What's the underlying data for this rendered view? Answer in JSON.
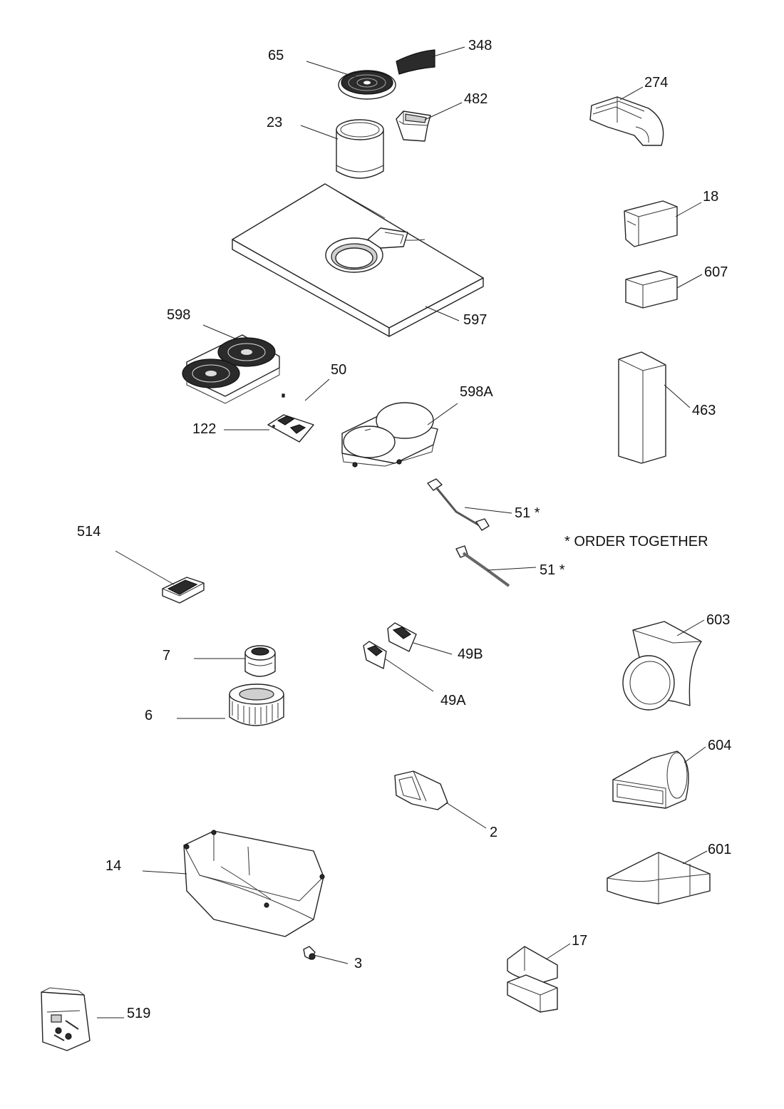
{
  "colors": {
    "line": "#222222",
    "paper": "#ffffff"
  },
  "note": "* ORDER TOGETHER",
  "callouts": {
    "p65": "65",
    "p348": "348",
    "p482": "482",
    "p23": "23",
    "p274": "274",
    "p18": "18",
    "p607": "607",
    "p597": "597",
    "p598": "598",
    "p50": "50",
    "p122": "122",
    "p598a": "598A",
    "p463": "463",
    "p51a": "51 *",
    "p51b": "51 *",
    "p514": "514",
    "p603": "603",
    "p7": "7",
    "p49b": "49B",
    "p49a": "49A",
    "p6": "6",
    "p604": "604",
    "p2": "2",
    "p601": "601",
    "p14": "14",
    "p17": "17",
    "p3": "3",
    "p519": "519"
  }
}
